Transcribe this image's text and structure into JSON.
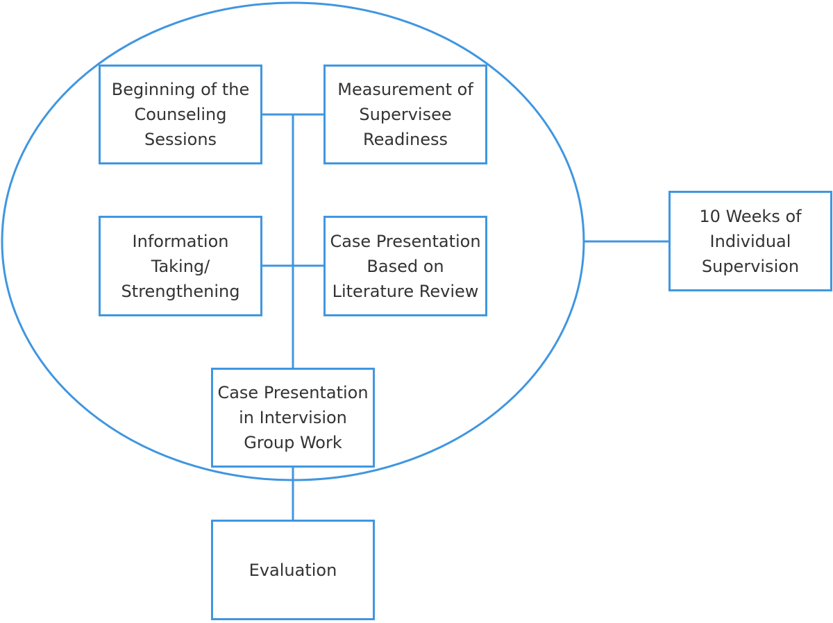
{
  "colors": {
    "stroke": "#3f96e0",
    "text": "#333333",
    "background": "#ffffff"
  },
  "boxes": {
    "beginning": "Beginning of the\nCounseling\nSessions",
    "measurement": "Measurement of\nSupervisee\nReadiness",
    "information": "Information\nTaking/\nStrengthening",
    "case_literature": "Case Presentation\nBased on\nLiterature Review",
    "case_intervision": "Case Presentation\nin Intervision\nGroup Work",
    "evaluation": "Evaluation",
    "individual_supervision": "10 Weeks of\nIndividual\nSupervision"
  }
}
